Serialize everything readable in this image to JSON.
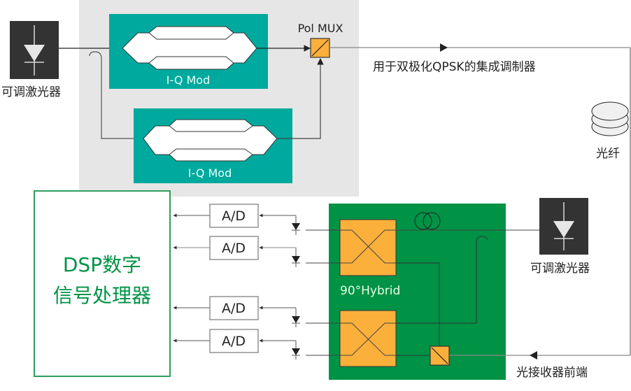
{
  "title": "用于双极化QPSK的集成调制器与相干接收机框图",
  "transmitter": {
    "laser_label": "可调激光器",
    "modulator_top_label": "I-Q Mod",
    "modulator_bottom_label": "I-Q Mod",
    "pol_mux_label": "Pol MUX",
    "integrated_modulator_label": "用于双极化QPSK的集成调制器"
  },
  "fiber": {
    "label": "光纤"
  },
  "receiver": {
    "laser_label": "可调激光器",
    "hybrid_label": "90°Hybrid",
    "front_end_label": "光接收器前端",
    "adc_labels": [
      "A/D",
      "A/D",
      "A/D",
      "A/D"
    ]
  },
  "dsp": {
    "line1": "DSP数字",
    "line2": "信号处理器"
  },
  "colors": {
    "tx_background": "#e6e6e6",
    "modulator": "#00a99d",
    "receiver_board": "#009245",
    "hybrid": "#fbb03b",
    "laser_box": "#333333",
    "dsp_text": "#009245"
  }
}
